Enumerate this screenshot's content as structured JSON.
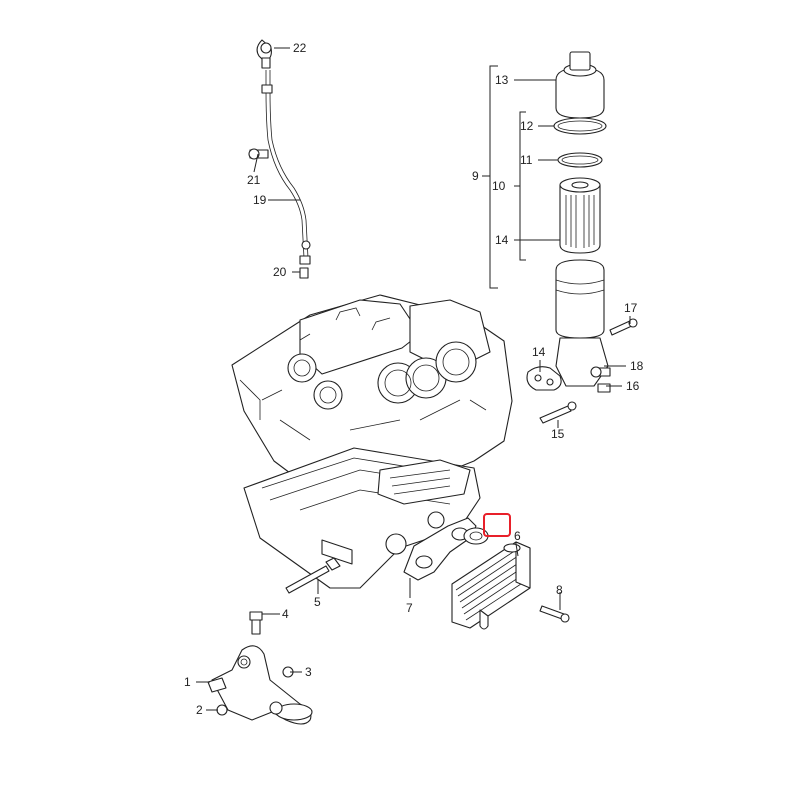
{
  "diagram": {
    "labels": {
      "p1": "1",
      "p2": "2",
      "p3": "3",
      "p4": "4",
      "p5": "5",
      "p6": "6",
      "p7": "7",
      "p8": "8",
      "p9": "9",
      "p10": "10",
      "p11": "11",
      "p12": "12",
      "p13": "13",
      "p14a": "14",
      "p14b": "14",
      "p15": "15",
      "p16": "16",
      "p17": "17",
      "p18": "18",
      "p19": "19",
      "p20": "20",
      "p21": "21",
      "p22": "22"
    },
    "highlight_color": "#e8202a"
  }
}
